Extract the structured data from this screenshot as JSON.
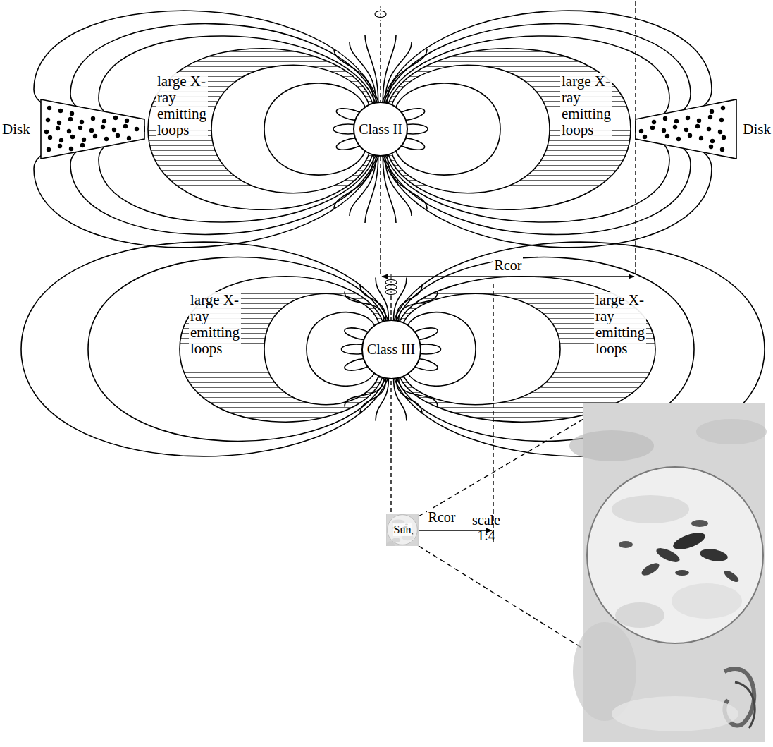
{
  "diagram": {
    "nodes": [
      {
        "text": [
          "Class II"
        ]
      },
      {
        "text": [
          "large X-ray emitting loops"
        ]
      },
      {
        "text": [
          "large X-ray emitting loops"
        ]
      },
      {
        "text": [
          "Disk"
        ]
      },
      {
        "text": [
          "Disk"
        ]
      },
      {
        "text": [
          "Class III"
        ]
      },
      {
        "text": [
          "large X-ray emitting loops"
        ]
      },
      {
        "text": [
          "large X-ray emitting loops"
        ]
      },
      {
        "text": [
          "Sun"
        ]
      }
    ],
    "labels": [
      "Rcor",
      "Rcor",
      "scale 1:4"
    ]
  }
}
